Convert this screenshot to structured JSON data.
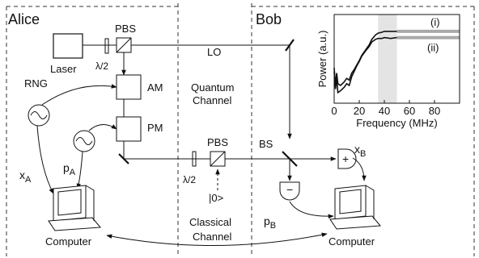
{
  "colors": {
    "ink": "#111111",
    "band": "#e4e4e4",
    "trace_ref": "#a9a9a9"
  },
  "labels": {
    "alice": "Alice",
    "bob": "Bob",
    "laser": "Laser",
    "pbs_top": "PBS",
    "half_wave_top": "λ/2",
    "lo": "LO",
    "rng": "RNG",
    "am": "AM",
    "pm": "PM",
    "quantum_channel_line1": "Quantum",
    "quantum_channel_line2": "Channel",
    "pbs_mid": "PBS",
    "half_wave_mid": "λ/2",
    "vacuum": "|0>",
    "classical_channel_line1": "Classical",
    "classical_channel_line2": "Channel",
    "bs": "BS",
    "x_a_base": "x",
    "x_a_sub": "A",
    "p_a_base": "p",
    "p_a_sub": "A",
    "x_b_base": "x",
    "x_b_sub": "B",
    "p_b_base": "p",
    "p_b_sub": "B",
    "computer_alice": "Computer",
    "computer_bob": "Computer"
  },
  "chart_data": {
    "type": "line",
    "xlabel": "Frequency (MHz)",
    "ylabel": "Power (a.u.)",
    "xlim": [
      0,
      100
    ],
    "xticks": [
      0,
      20,
      40,
      60,
      80
    ],
    "highlight_band": [
      35,
      50
    ],
    "series": [
      {
        "name": "(i)",
        "x": [
          0,
          1,
          2,
          3,
          5,
          8,
          10,
          12,
          14,
          16,
          18,
          20,
          22,
          25,
          28,
          30,
          33,
          35,
          38,
          40,
          45,
          50
        ],
        "y": [
          0.4,
          0.2,
          0.34,
          0.22,
          0.2,
          0.24,
          0.28,
          0.26,
          0.34,
          0.38,
          0.43,
          0.48,
          0.54,
          0.6,
          0.66,
          0.72,
          0.77,
          0.79,
          0.8,
          0.81,
          0.81,
          0.81
        ]
      },
      {
        "name": "(ii)",
        "x": [
          0,
          1,
          2,
          3,
          5,
          8,
          10,
          12,
          14,
          16,
          18,
          20,
          22,
          25,
          28,
          30,
          33,
          35,
          38,
          40,
          45,
          50
        ],
        "y": [
          0.36,
          0.16,
          0.28,
          0.12,
          0.14,
          0.18,
          0.22,
          0.2,
          0.3,
          0.36,
          0.42,
          0.47,
          0.53,
          0.59,
          0.64,
          0.69,
          0.72,
          0.73,
          0.73,
          0.74,
          0.73,
          0.74
        ]
      }
    ],
    "reference_levels": [
      {
        "name": "(i)",
        "y": 0.81,
        "from_x": 50,
        "to_x": 100
      },
      {
        "name": "(ii)",
        "y": 0.74,
        "from_x": 50,
        "to_x": 100
      }
    ]
  }
}
